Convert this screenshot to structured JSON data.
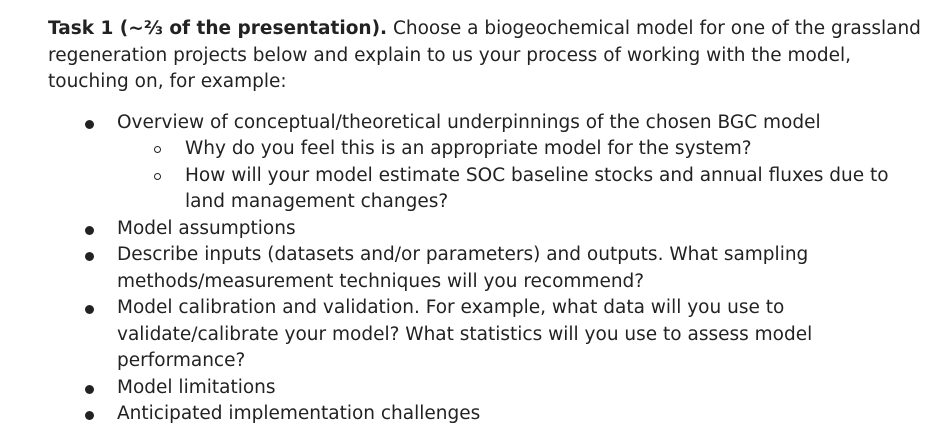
{
  "task": {
    "title_bold": "Task 1 (~⅔ of the presentation).",
    "intro_text": " Choose a biogeochemical model for one of the grassland regeneration projects below and explain to us your process of working with the model, touching on, for example:"
  },
  "items": [
    {
      "text": "Overview of conceptual/theoretical underpinnings of the chosen BGC model",
      "subitems": [
        "Why do you feel this is an appropriate model for the system?",
        "How will your model estimate SOC baseline stocks and annual fluxes due to land management changes?"
      ]
    },
    {
      "text": "Model assumptions"
    },
    {
      "text": "Describe inputs (datasets and/or parameters) and outputs. What sampling methods/measurement techniques will you recommend?"
    },
    {
      "text": "Model calibration and validation. For example, what data will you use to validate/calibrate your model? What statistics will you use to assess model performance?"
    },
    {
      "text": "Model limitations"
    },
    {
      "text": "Anticipated implementation challenges"
    }
  ]
}
